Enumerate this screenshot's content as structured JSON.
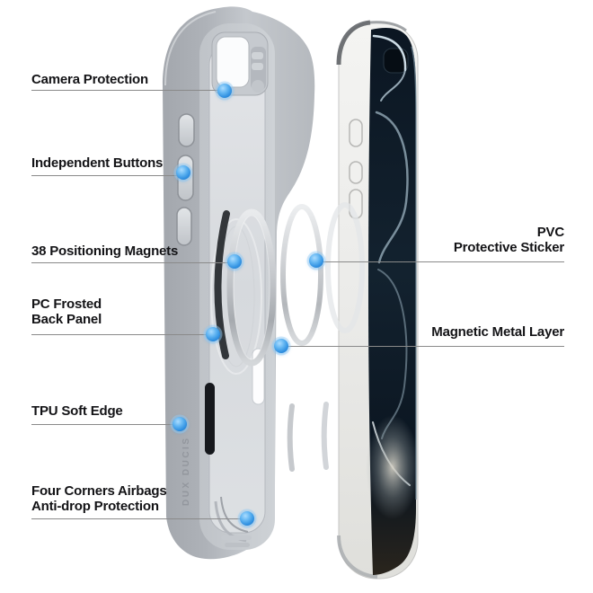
{
  "figure": {
    "type": "phone-case-exploded-feature-diagram",
    "brand_text": "DUX DUCIS"
  },
  "style": {
    "background": "#ffffff",
    "label_color": "#131316",
    "leader_line_color": "#8a8a8a",
    "dot_color": "#2f8fe0",
    "dot_highlight": "#aadcff",
    "case_gray": "#b4b8be",
    "phone_frame": "#ececea",
    "phone_screen": "#0d1a26"
  },
  "callouts": {
    "left": [
      {
        "lines": [
          "Camera Protection"
        ]
      },
      {
        "lines": [
          "Independent Buttons"
        ]
      },
      {
        "lines": [
          "38 Positioning Magnets"
        ]
      },
      {
        "lines": [
          "PC Frosted",
          "Back Panel"
        ]
      },
      {
        "lines": [
          "TPU Soft Edge"
        ]
      },
      {
        "lines": [
          "Four Corners Airbags",
          "Anti-drop Protection"
        ]
      }
    ],
    "right": [
      {
        "lines": [
          "PVC",
          "Protective Sticker"
        ]
      },
      {
        "lines": [
          "Magnetic Metal Layer"
        ]
      }
    ]
  }
}
